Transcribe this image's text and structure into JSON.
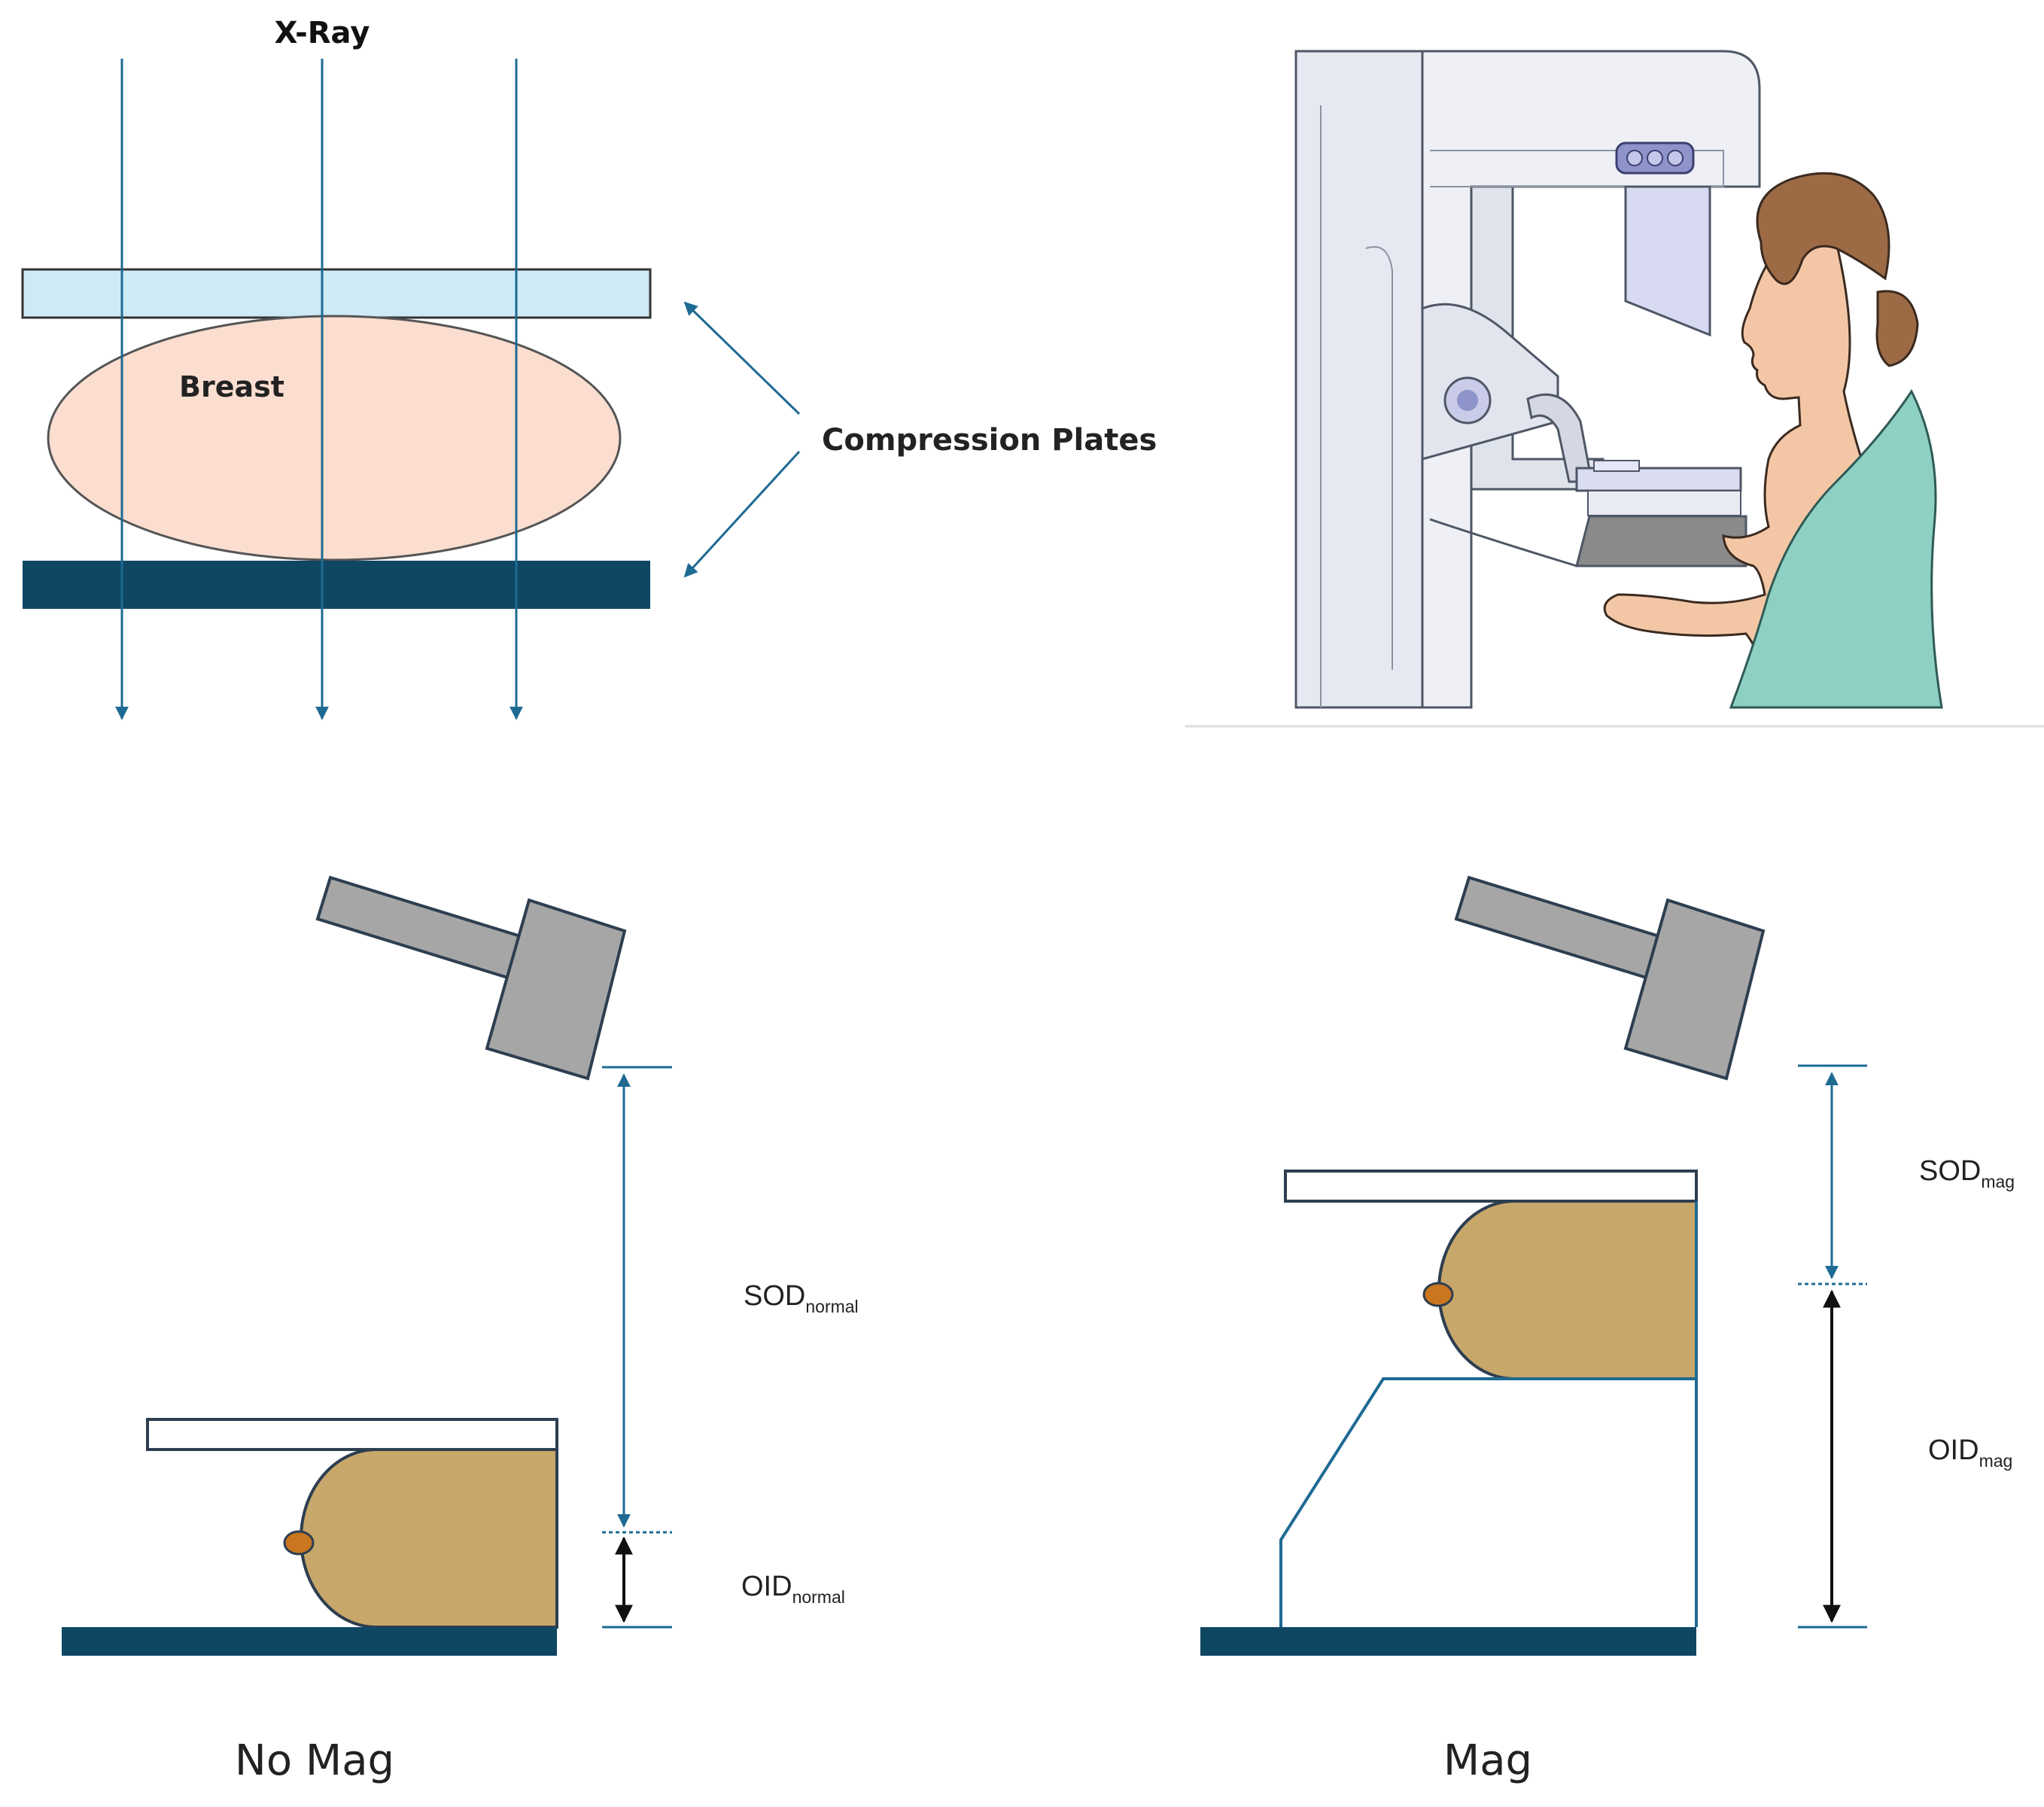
{
  "panel_a": {
    "xray_label": "X-Ray",
    "breast_label": "Breast",
    "plates_label": "Compression Plates"
  },
  "panel_c": {
    "sod_main": "SOD",
    "sod_sub": "normal",
    "oid_main": "OID",
    "oid_sub": "normal",
    "caption": "No Mag"
  },
  "panel_d": {
    "sod_main": "SOD",
    "sod_sub": "mag",
    "oid_main": "OID",
    "oid_sub": "mag",
    "caption": "Mag"
  },
  "colors": {
    "arrow_blue": "#1e6a93",
    "top_plate": "#cdeaf6",
    "bottom_plate": "#0f4763",
    "breast_pink": "#fbded0",
    "breast_tan": "#c8a76a",
    "nipple": "#c9761f",
    "tube_gray": "#a6a6a6"
  }
}
